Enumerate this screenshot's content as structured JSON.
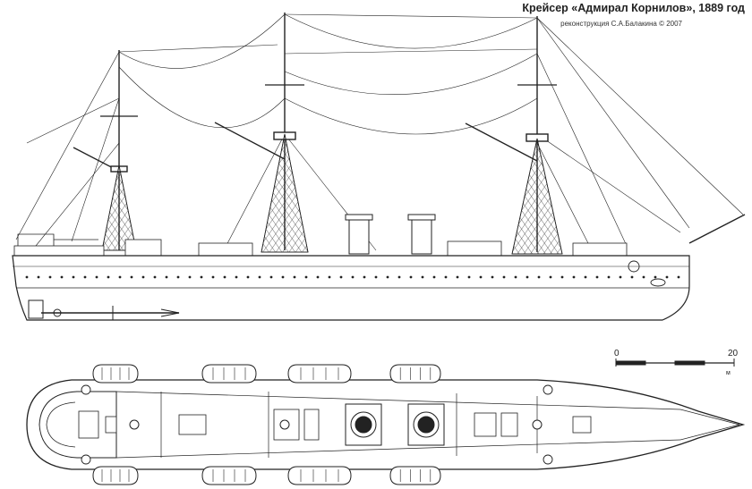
{
  "title": "Крейсер «Адмирал Корнилов», 1889 год",
  "credit": "реконструкция С.А.Балакина © 2007",
  "scale": {
    "start_label": "0",
    "end_label": "20",
    "unit_label": "м"
  },
  "colors": {
    "ink": "#222222",
    "background": "#ffffff"
  }
}
